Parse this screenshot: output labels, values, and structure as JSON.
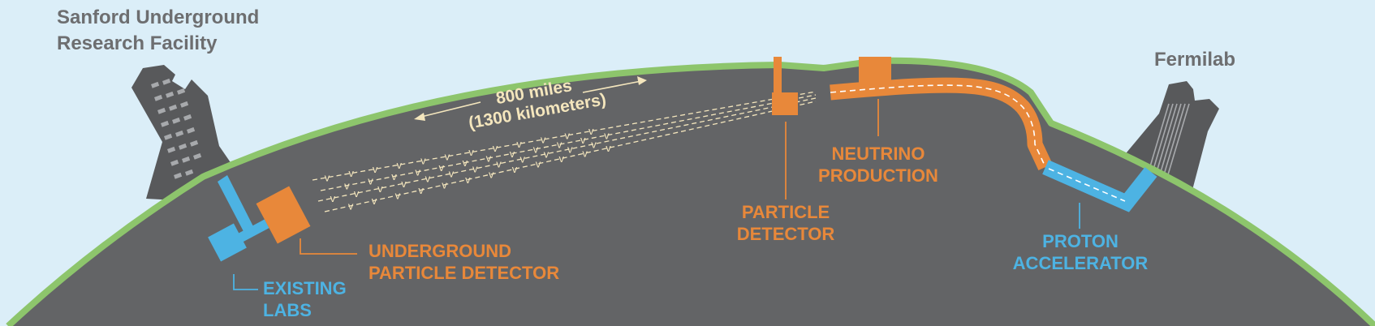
{
  "labels": {
    "sanford": [
      "Sanford Underground",
      "Research Facility"
    ],
    "fermilab": "Fermilab",
    "distance": [
      "800 miles",
      "(1300 kilometers)"
    ],
    "neutrino_symbol": "v",
    "underground_detector": [
      "UNDERGROUND",
      "PARTICLE DETECTOR"
    ],
    "existing_labs": [
      "EXISTING",
      "LABS"
    ],
    "particle_detector": [
      "PARTICLE",
      "DETECTOR"
    ],
    "neutrino_production": [
      "NEUTRINO",
      "PRODUCTION"
    ],
    "proton_accelerator": [
      "PROTON",
      "ACCELERATOR"
    ]
  },
  "colors": {
    "sky": "#dbeef8",
    "earth": "#636466",
    "crust": "#8dc56c",
    "building": "#58595b",
    "window": "#a7a9ac",
    "detector": "#e8883a",
    "labs": "#4db3e3",
    "beam": "#f4e6bd",
    "label_gray": "#6d6e70"
  }
}
